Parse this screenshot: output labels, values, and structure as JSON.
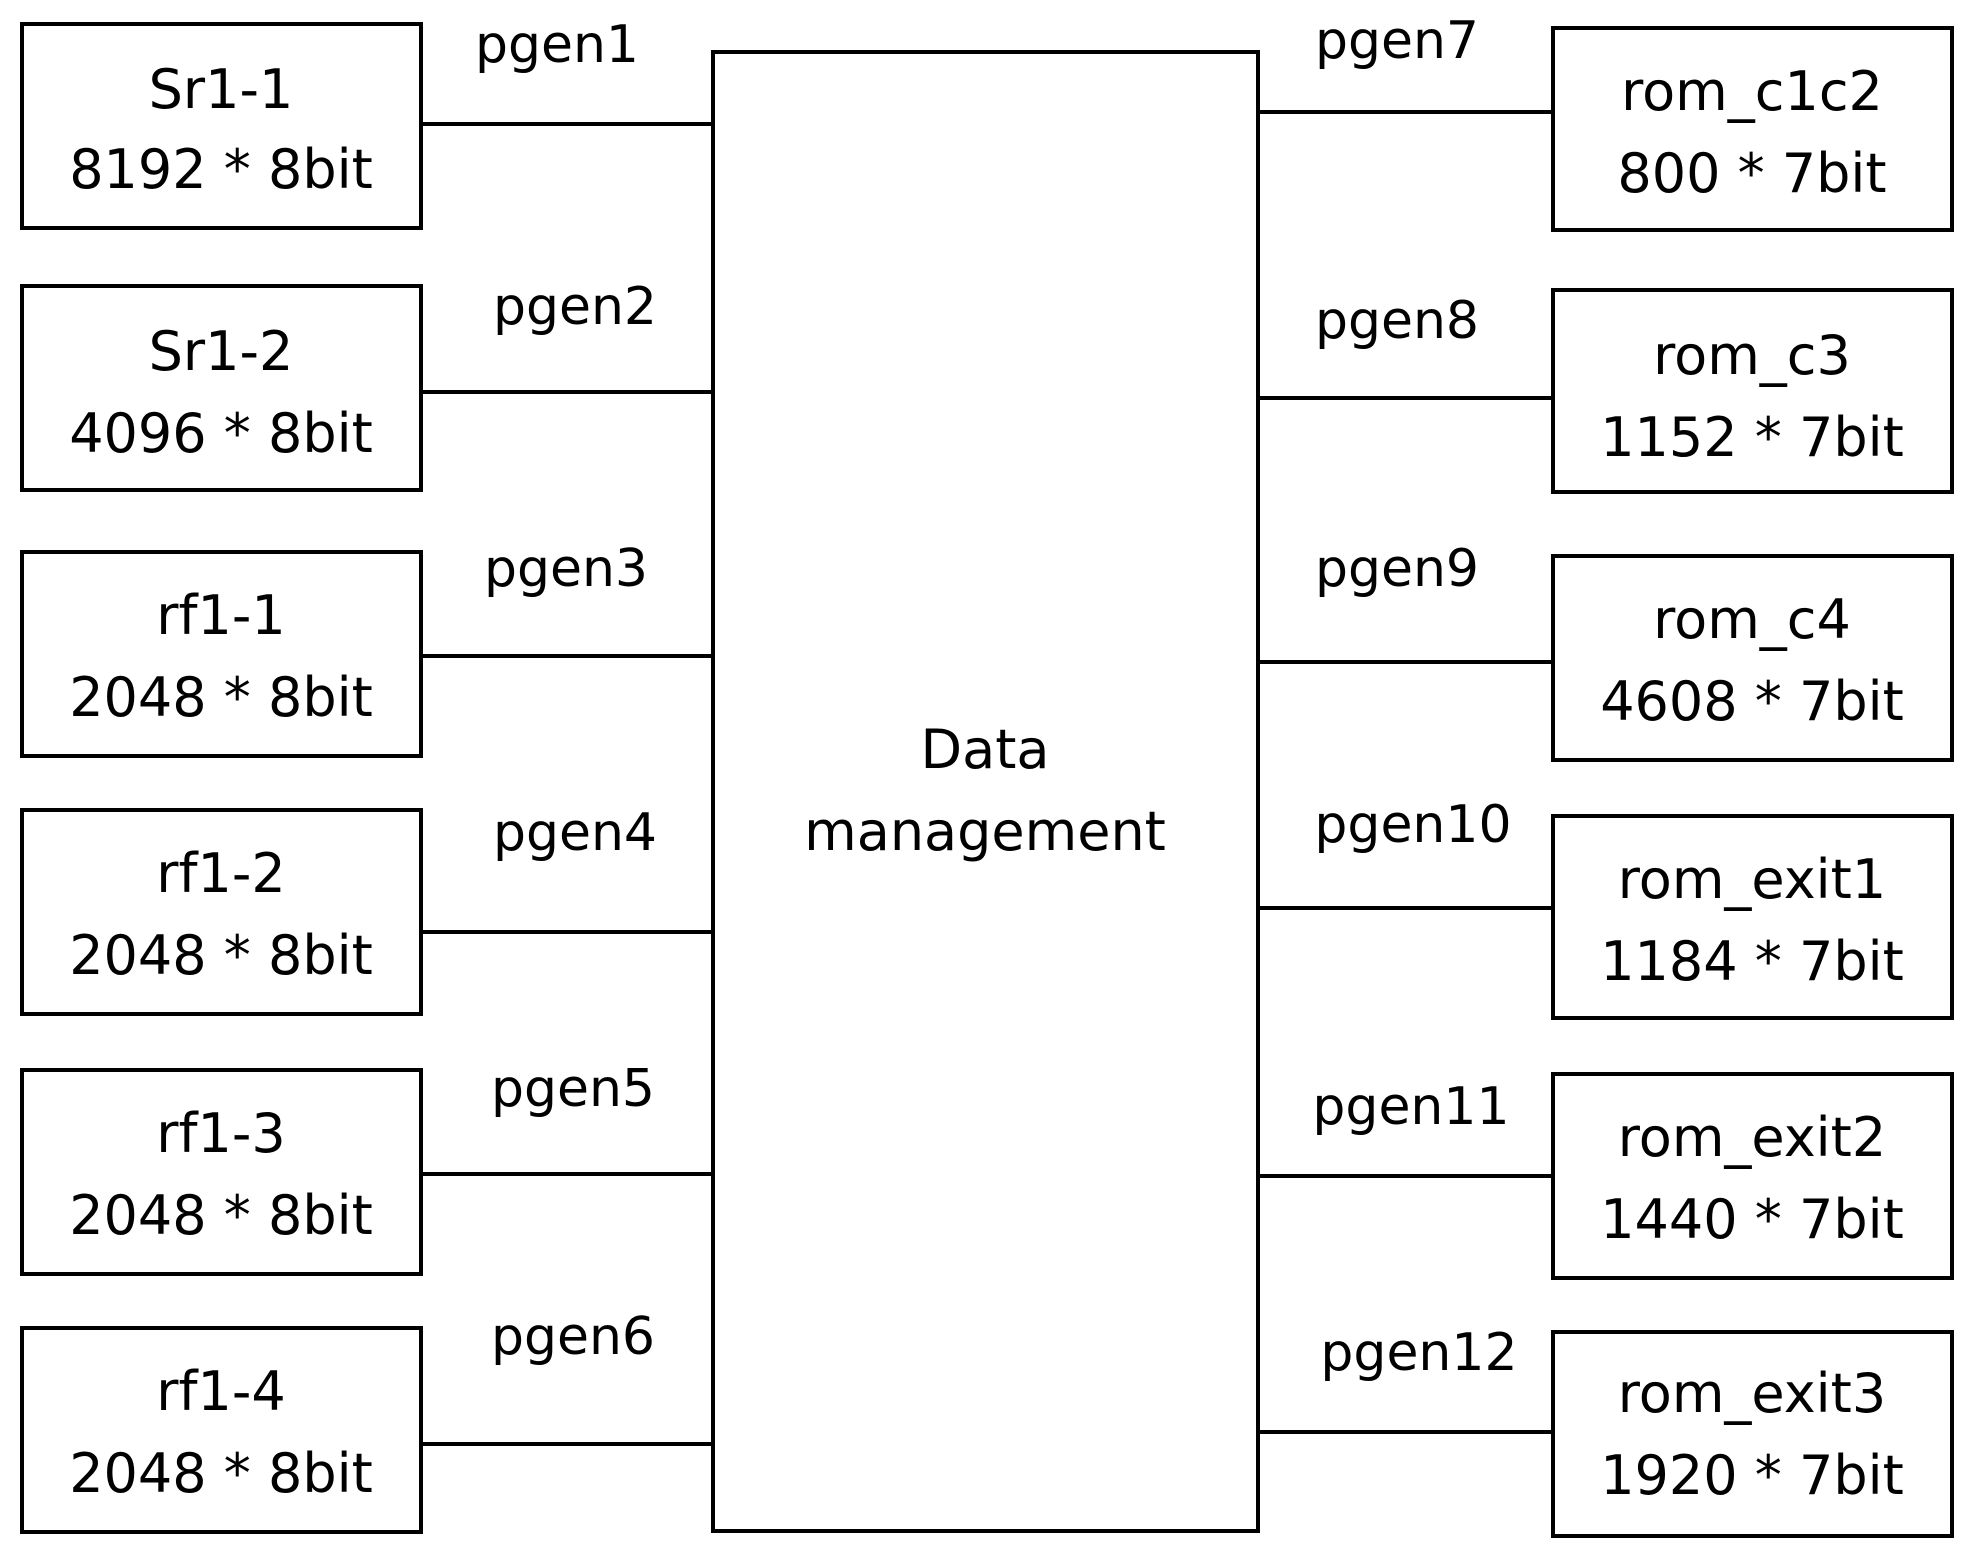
{
  "center": {
    "line1": "Data",
    "line2": "management"
  },
  "left": [
    {
      "name": "Sr1-1",
      "size": "8192 * 8bit",
      "port": "pgen1"
    },
    {
      "name": "Sr1-2",
      "size": "4096 * 8bit",
      "port": "pgen2"
    },
    {
      "name": "rf1-1",
      "size": "2048 * 8bit",
      "port": "pgen3"
    },
    {
      "name": "rf1-2",
      "size": "2048 * 8bit",
      "port": "pgen4"
    },
    {
      "name": "rf1-3",
      "size": "2048 * 8bit",
      "port": "pgen5"
    },
    {
      "name": "rf1-4",
      "size": "2048 * 8bit",
      "port": "pgen6"
    }
  ],
  "right": [
    {
      "name": "rom_c1c2",
      "size": "800 * 7bit",
      "port": "pgen7"
    },
    {
      "name": "rom_c3",
      "size": "1152 * 7bit",
      "port": "pgen8"
    },
    {
      "name": "rom_c4",
      "size": "4608 * 7bit",
      "port": "pgen9"
    },
    {
      "name": "rom_exit1",
      "size": "1184 * 7bit",
      "port": "pgen10"
    },
    {
      "name": "rom_exit2",
      "size": "1440 * 7bit",
      "port": "pgen11"
    },
    {
      "name": "rom_exit3",
      "size": "1920 * 7bit",
      "port": "pgen12"
    }
  ]
}
